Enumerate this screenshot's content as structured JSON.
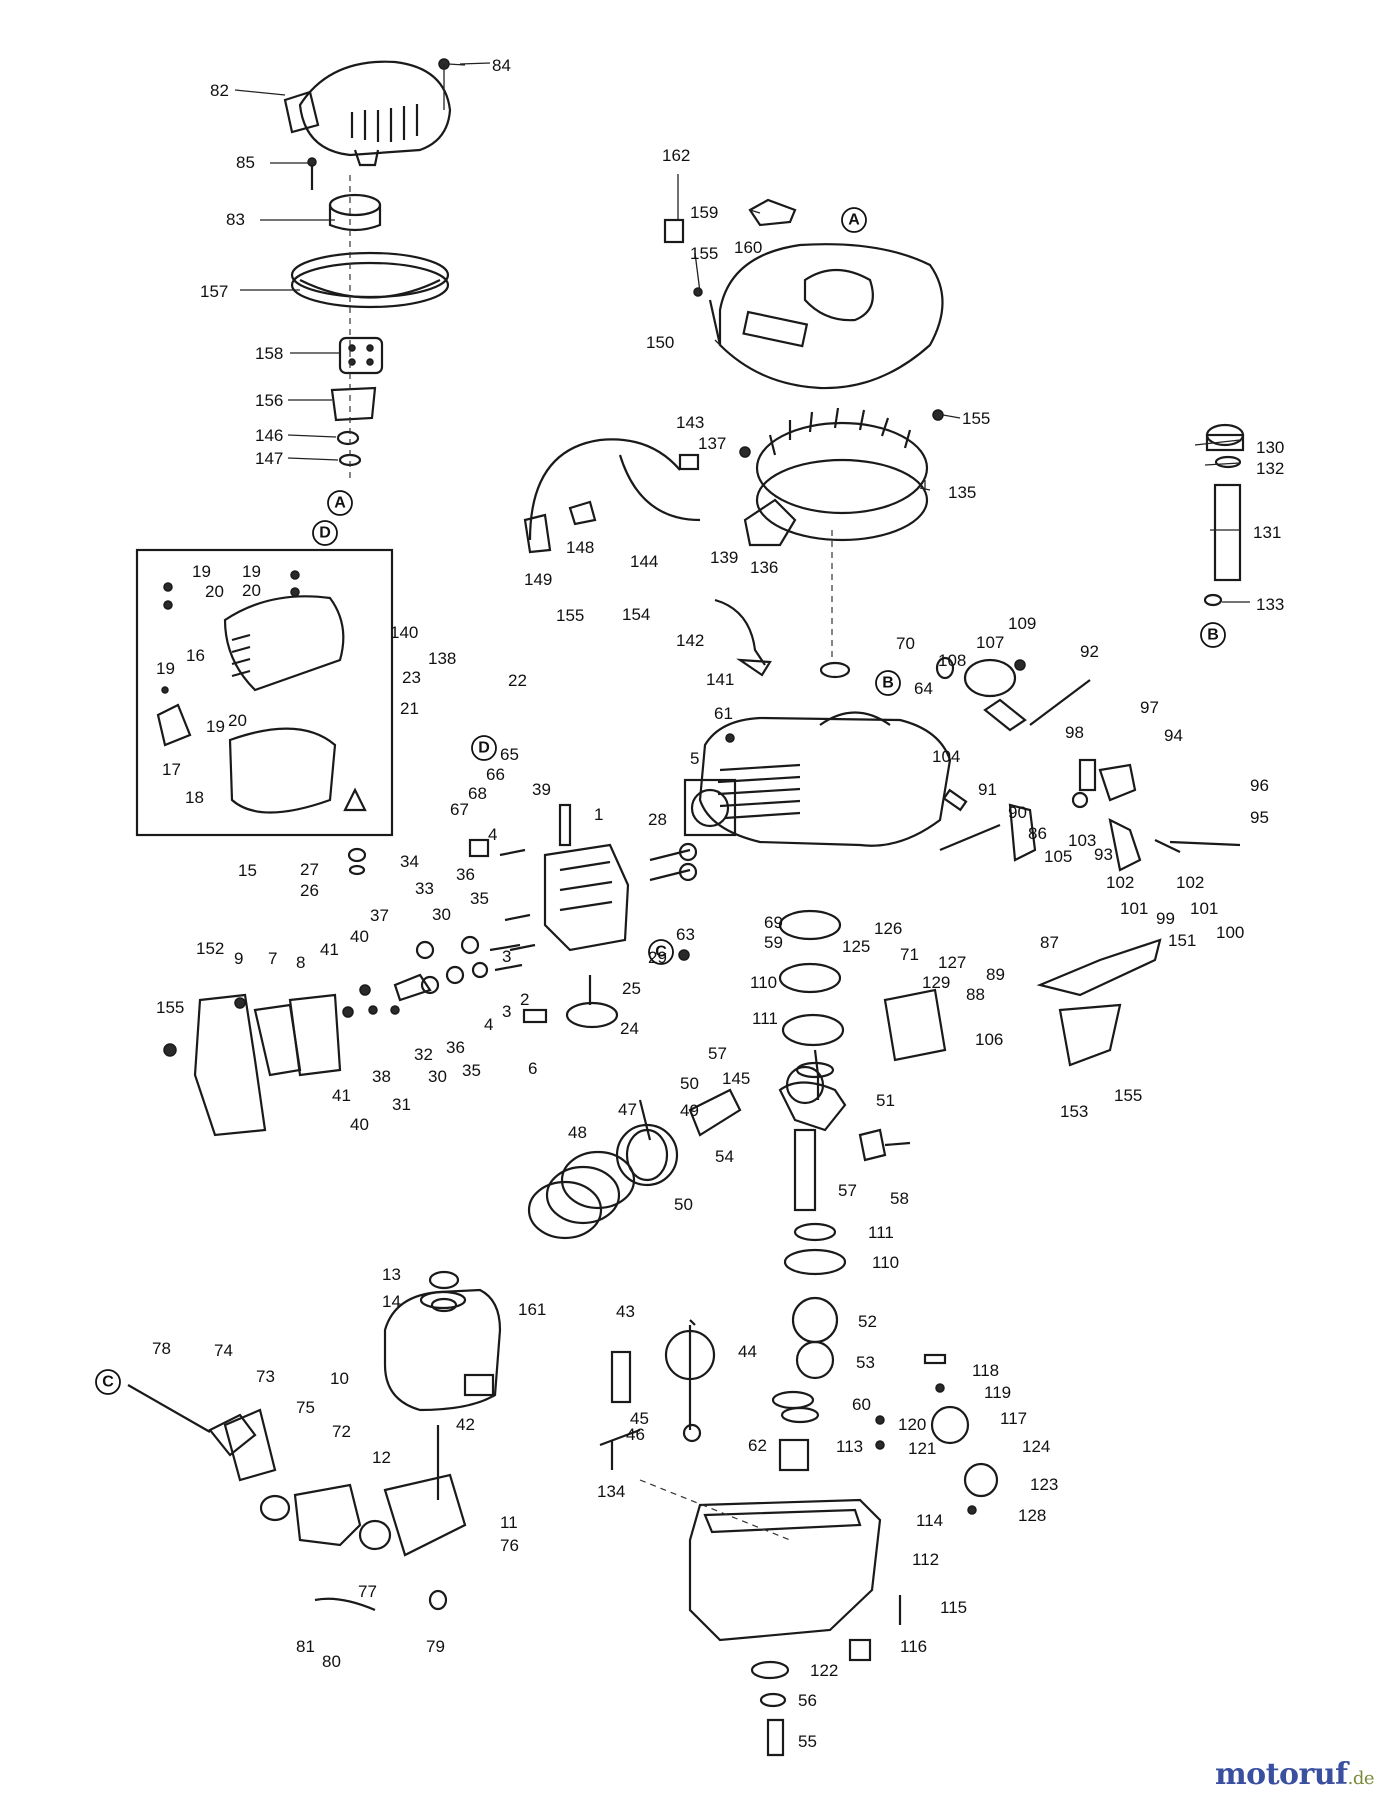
{
  "watermark": {
    "brand": "motoruf",
    "tld": ".de"
  },
  "callouts": {
    "A": "A",
    "B": "B",
    "C": "C",
    "D": "D"
  },
  "parts": {
    "p1": "1",
    "p2": "2",
    "p3": "3",
    "p4": "4",
    "p5": "5",
    "p6": "6",
    "p7": "7",
    "p8": "8",
    "p9": "9",
    "p10": "10",
    "p11": "11",
    "p12": "12",
    "p13": "13",
    "p14": "14",
    "p15": "15",
    "p16": "16",
    "p17": "17",
    "p18": "18",
    "p19": "19",
    "p20": "20",
    "p21": "21",
    "p22": "22",
    "p23": "23",
    "p24": "24",
    "p25": "25",
    "p26": "26",
    "p27": "27",
    "p28": "28",
    "p29": "29",
    "p30": "30",
    "p31": "31",
    "p32": "32",
    "p33": "33",
    "p34": "34",
    "p35": "35",
    "p36": "36",
    "p37": "37",
    "p38": "38",
    "p39": "39",
    "p40": "40",
    "p41": "41",
    "p42": "42",
    "p43": "43",
    "p44": "44",
    "p45": "45",
    "p46": "46",
    "p47": "47",
    "p48": "48",
    "p49": "49",
    "p50": "50",
    "p51": "51",
    "p52": "52",
    "p53": "53",
    "p54": "54",
    "p55": "55",
    "p56": "56",
    "p57": "57",
    "p58": "58",
    "p59": "59",
    "p60": "60",
    "p61": "61",
    "p62": "62",
    "p63": "63",
    "p64": "64",
    "p65": "65",
    "p66": "66",
    "p67": "67",
    "p68": "68",
    "p69": "69",
    "p70": "70",
    "p71": "71",
    "p72": "72",
    "p73": "73",
    "p74": "74",
    "p75": "75",
    "p76": "76",
    "p77": "77",
    "p78": "78",
    "p79": "79",
    "p80": "80",
    "p81": "81",
    "p82": "82",
    "p83": "83",
    "p84": "84",
    "p85": "85",
    "p86": "86",
    "p87": "87",
    "p88": "88",
    "p89": "89",
    "p90": "90",
    "p91": "91",
    "p92": "92",
    "p93": "93",
    "p94": "94",
    "p95": "95",
    "p96": "96",
    "p97": "97",
    "p98": "98",
    "p99": "99",
    "p100": "100",
    "p101": "101",
    "p102": "102",
    "p103": "103",
    "p104": "104",
    "p105": "105",
    "p106": "106",
    "p107": "107",
    "p108": "108",
    "p109": "109",
    "p110": "110",
    "p111": "111",
    "p112": "112",
    "p113": "113",
    "p114": "114",
    "p115": "115",
    "p116": "116",
    "p117": "117",
    "p118": "118",
    "p119": "119",
    "p120": "120",
    "p121": "121",
    "p122": "122",
    "p123": "123",
    "p124": "124",
    "p125": "125",
    "p126": "126",
    "p127": "127",
    "p128": "128",
    "p129": "129",
    "p130": "130",
    "p131": "131",
    "p132": "132",
    "p133": "133",
    "p134": "134",
    "p135": "135",
    "p136": "136",
    "p137": "137",
    "p138": "138",
    "p139": "139",
    "p140": "140",
    "p141": "141",
    "p142": "142",
    "p143": "143",
    "p144": "144",
    "p145": "145",
    "p146": "146",
    "p147": "147",
    "p148": "148",
    "p149": "149",
    "p150": "150",
    "p151": "151",
    "p152": "152",
    "p153": "153",
    "p154": "154",
    "p155": "155",
    "p156": "156",
    "p157": "157",
    "p158": "158",
    "p159": "159",
    "p160": "160",
    "p161": "161",
    "p162": "162"
  }
}
